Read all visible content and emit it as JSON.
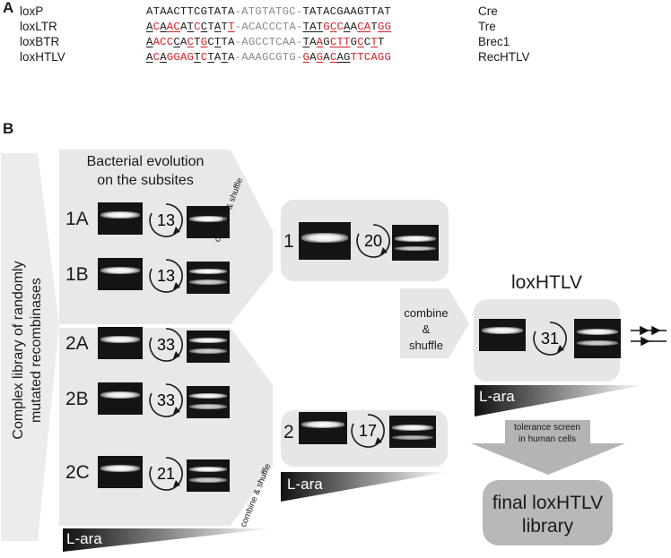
{
  "panel_a": {
    "letter": "A",
    "rows": [
      {
        "name": "loxP",
        "enzyme": "Cre",
        "segments": [
          [
            "ATAACTTCGTATA",
            "b",
            false
          ],
          [
            "-ATGTATGC-",
            "g",
            false
          ],
          [
            "TATACGAAGTTAT",
            "b",
            false
          ]
        ]
      },
      {
        "name": "loxLTR",
        "enzyme": "Tre",
        "segments": [
          [
            "A",
            "b",
            true
          ],
          [
            "C",
            "r",
            false
          ],
          [
            "A",
            "b",
            true
          ],
          [
            "AC",
            "r",
            true
          ],
          [
            "A",
            "b",
            false
          ],
          [
            "T",
            "b",
            true
          ],
          [
            "C",
            "r",
            false
          ],
          [
            "C",
            "b",
            true
          ],
          [
            "T",
            "b",
            false
          ],
          [
            "A",
            "b",
            true
          ],
          [
            "T",
            "b",
            false
          ],
          [
            "T",
            "r",
            true
          ],
          [
            "-ACACCCTA-",
            "g",
            false
          ],
          [
            "TAT",
            "b",
            true
          ],
          [
            "G",
            "r",
            false
          ],
          [
            "C",
            "r",
            true
          ],
          [
            "C",
            "r",
            false
          ],
          [
            "A",
            "b",
            true
          ],
          [
            "A",
            "b",
            false
          ],
          [
            "CA",
            "r",
            true
          ],
          [
            "T",
            "b",
            false
          ],
          [
            "GG",
            "r",
            true
          ]
        ]
      },
      {
        "name": "loxBTR",
        "enzyme": "Brec1",
        "segments": [
          [
            "A",
            "b",
            true
          ],
          [
            "ACC",
            "r",
            false
          ],
          [
            "C",
            "b",
            true
          ],
          [
            "A",
            "b",
            false
          ],
          [
            "C",
            "r",
            true
          ],
          [
            "T",
            "b",
            false
          ],
          [
            "G",
            "r",
            true
          ],
          [
            "C",
            "b",
            false
          ],
          [
            "T",
            "b",
            true
          ],
          [
            "TA",
            "b",
            false
          ],
          [
            "-AGCCTCAA-",
            "g",
            false
          ],
          [
            "T",
            "b",
            true
          ],
          [
            "A",
            "b",
            false
          ],
          [
            "A",
            "r",
            true
          ],
          [
            "G",
            "b",
            false
          ],
          [
            "CTT",
            "r",
            true
          ],
          [
            "G",
            "b",
            false
          ],
          [
            "C",
            "r",
            true
          ],
          [
            "C",
            "b",
            false
          ],
          [
            "T",
            "r",
            true
          ],
          [
            "T",
            "b",
            false
          ]
        ]
      },
      {
        "name": "loxHTLV",
        "enzyme": "RecHTLV",
        "segments": [
          [
            "A",
            "b",
            true
          ],
          [
            "C",
            "r",
            false
          ],
          [
            "A",
            "b",
            true
          ],
          [
            "GGAG",
            "r",
            false
          ],
          [
            "T",
            "b",
            true
          ],
          [
            "C",
            "r",
            false
          ],
          [
            "T",
            "b",
            true
          ],
          [
            "A",
            "b",
            false
          ],
          [
            "T",
            "b",
            true
          ],
          [
            "A",
            "b",
            false
          ],
          [
            "-AAAGCGTG-",
            "g",
            false
          ],
          [
            "G",
            "r",
            true
          ],
          [
            "A",
            "b",
            false
          ],
          [
            "G",
            "r",
            true
          ],
          [
            "A",
            "b",
            false
          ],
          [
            "C",
            "r",
            true
          ],
          [
            "AG",
            "b",
            true
          ],
          [
            "TTCAGG",
            "r",
            false
          ]
        ]
      }
    ]
  },
  "panel_b": {
    "letter": "B",
    "library_label_1": "Complex library of randomly",
    "library_label_2": "mutated recombinases",
    "evolution_title_1": "Bacterial evolution",
    "evolution_title_2": "on the subsites",
    "rows": [
      {
        "label": "1A",
        "rounds": "13"
      },
      {
        "label": "1B",
        "rounds": "13"
      },
      {
        "label": "2A",
        "rounds": "33"
      },
      {
        "label": "2B",
        "rounds": "33"
      },
      {
        "label": "2C",
        "rounds": "21"
      }
    ],
    "combine_shuffle_small": "combine & shuffle",
    "merged": [
      {
        "label": "1",
        "rounds": "20"
      },
      {
        "label": "2",
        "rounds": "17"
      }
    ],
    "combine_big_1": "combine",
    "combine_big_2": "&",
    "combine_big_3": "shuffle",
    "final_title": "loxHTLV",
    "final_rounds": "31",
    "l_ara": "L-ara",
    "tolerance_1": "tolerance screen",
    "tolerance_2": "in human cells",
    "final_library_1": "final loxHTLV",
    "final_library_2": "library",
    "colors": {
      "panel": "#e6e6e6",
      "arrow_light": "#ededed",
      "final_box": "#b9b9b9",
      "red": "#d31f26"
    }
  }
}
